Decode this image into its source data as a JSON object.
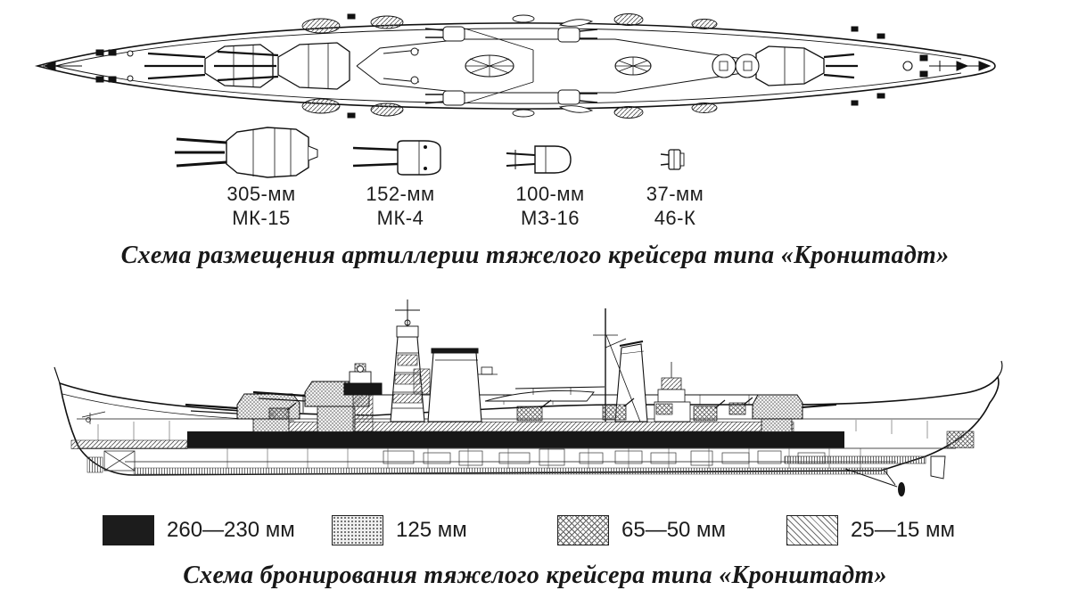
{
  "page": {
    "background": "#ffffff",
    "ship_class": "«Кронштадт»"
  },
  "figure_artillery": {
    "caption": "Схема размещения артиллерии тяжелого крейсера типа «Кронштадт»",
    "gun_labels": [
      {
        "caliber": "305-мм",
        "mount": "МК-15",
        "icon": "triple-turret-icon"
      },
      {
        "caliber": "152-мм",
        "mount": "МК-4",
        "icon": "twin-turret-icon"
      },
      {
        "caliber": "100-мм",
        "mount": "МЗ-16",
        "icon": "twin-dp-mount-icon"
      },
      {
        "caliber": "37-мм",
        "mount": "46-К",
        "icon": "quad-aa-mount-icon"
      }
    ]
  },
  "figure_armor": {
    "caption": "Схема бронирования тяжелого крейсера типа «Кронштадт»",
    "legend": [
      {
        "label": "260—230 мм",
        "swatch": "solid-black",
        "color": "#1c1c1c"
      },
      {
        "label": "125 мм",
        "swatch": "dot-pattern",
        "color": "#4c4c4c"
      },
      {
        "label": "65—50 мм",
        "swatch": "crosshatch-pattern",
        "color": "#636363"
      },
      {
        "label": "25—15 мм",
        "swatch": "diagonal-hatch-pattern",
        "color": "#6e6e6e"
      }
    ]
  }
}
